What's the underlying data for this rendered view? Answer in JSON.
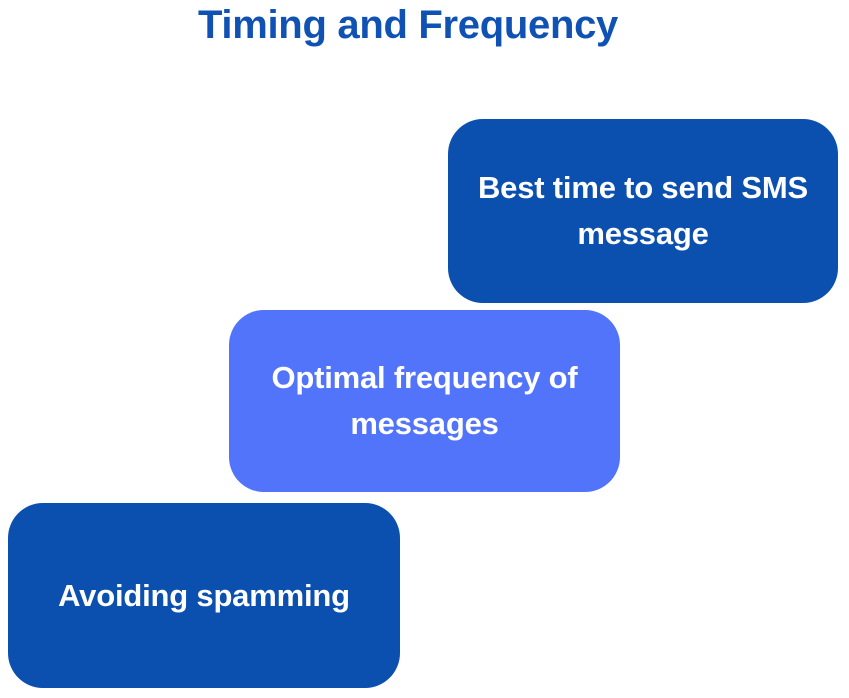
{
  "slide": {
    "title": "Timing and Frequency",
    "title_color": "#0f52b4",
    "background_color": "#ffffff"
  },
  "steps": [
    {
      "id": "best-time-to-send",
      "label": "Best time to send SMS message",
      "background_color": "#0b4faf",
      "text_color": "#ffffff"
    },
    {
      "id": "optimal-frequency",
      "label": "Optimal frequency of messages",
      "background_color": "#5274fb",
      "text_color": "#ffffff"
    },
    {
      "id": "avoiding-spamming",
      "label": "Avoiding spamming",
      "background_color": "#0b4faf",
      "text_color": "#ffffff"
    }
  ]
}
